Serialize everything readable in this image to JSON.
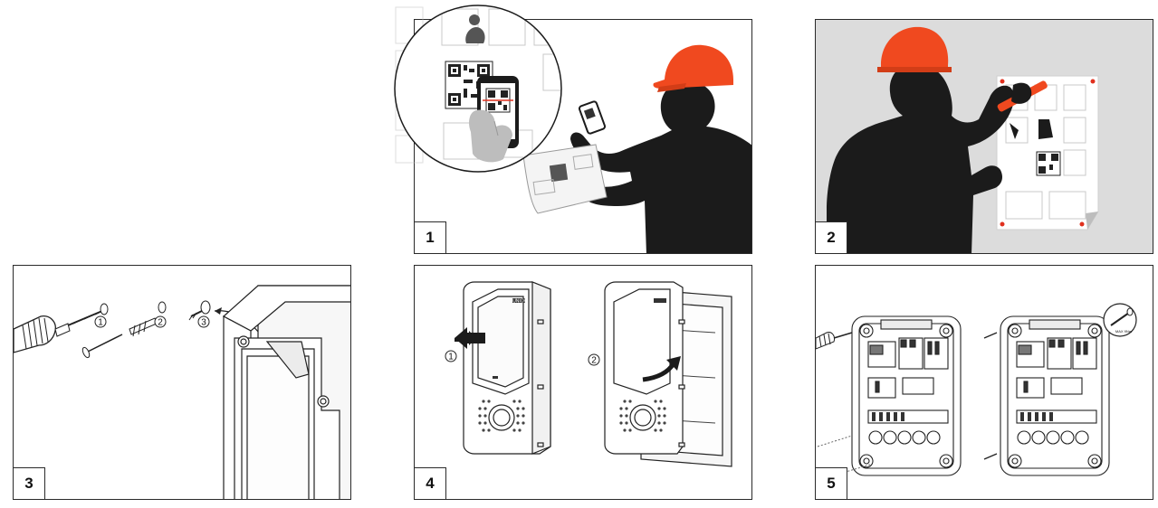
{
  "steps": [
    {
      "number": "1"
    },
    {
      "number": "2"
    },
    {
      "number": "3",
      "callouts": [
        "1",
        "2",
        "3"
      ]
    },
    {
      "number": "4",
      "callouts": [
        "1",
        "2"
      ],
      "device_logo": "JUNIOR"
    },
    {
      "number": "5",
      "badge": "MAX 9Nm"
    }
  ],
  "colors": {
    "helmet": "#f0491f",
    "silhouette": "#1b1b1b",
    "panel2_bg": "#dcdcdc",
    "line": "#2a2a2a",
    "accent_red": "#e0301e"
  }
}
